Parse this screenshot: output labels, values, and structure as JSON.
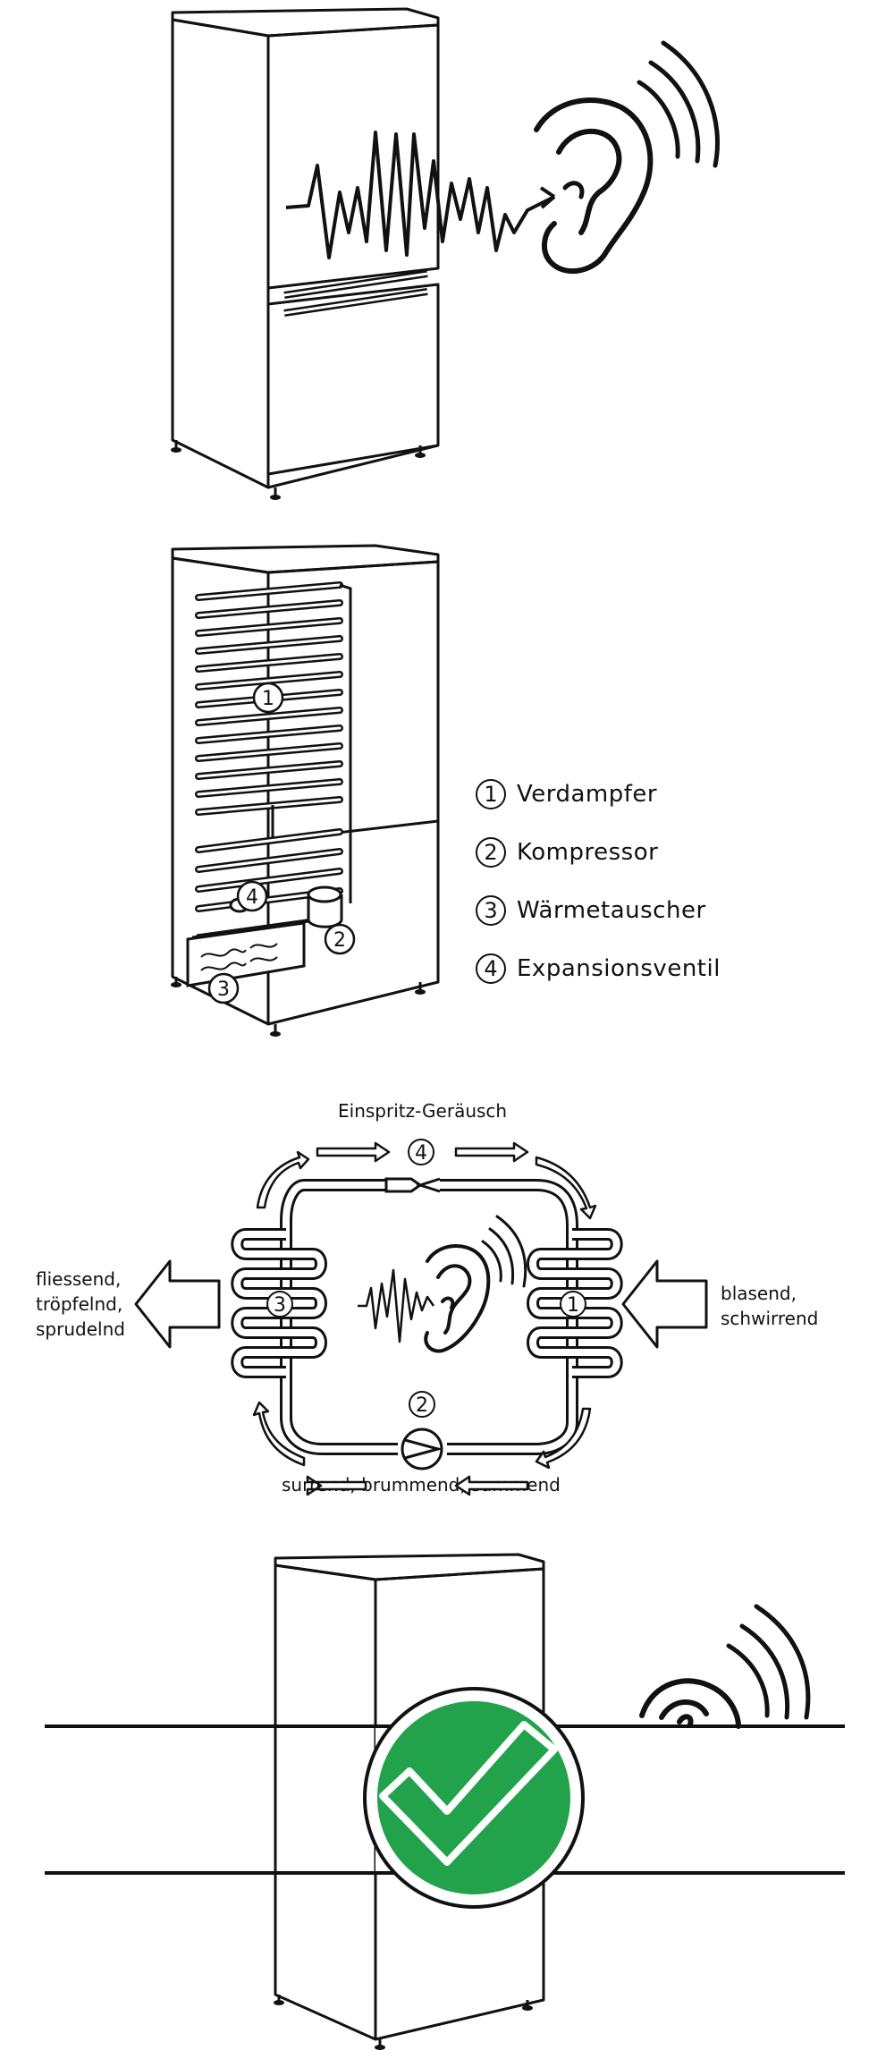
{
  "legend": {
    "items": [
      {
        "num": "1",
        "label": "Verdampfer"
      },
      {
        "num": "2",
        "label": "Kompressor"
      },
      {
        "num": "3",
        "label": "Wärmetauscher"
      },
      {
        "num": "4",
        "label": "Expansionsventil"
      }
    ]
  },
  "cycle": {
    "top_label": "Einspritz-Geräusch",
    "left_label_1": "fliessend,",
    "left_label_2": "tröpfelnd,",
    "left_label_3": "sprudelnd",
    "right_label_1": "blasend,",
    "right_label_2": "schwirrend",
    "bottom_label": "surrend, brummend, summend",
    "num_evaporator": "1",
    "num_compressor": "2",
    "num_condenser": "3",
    "num_valve": "4"
  },
  "colors": {
    "line": "#111111",
    "check_green": "#22a24a",
    "background": "#ffffff"
  },
  "icons": {
    "ear": "ear-icon",
    "sound_wave": "sound-wave-icon",
    "check": "check-icon",
    "arrow": "arrow-icon"
  }
}
